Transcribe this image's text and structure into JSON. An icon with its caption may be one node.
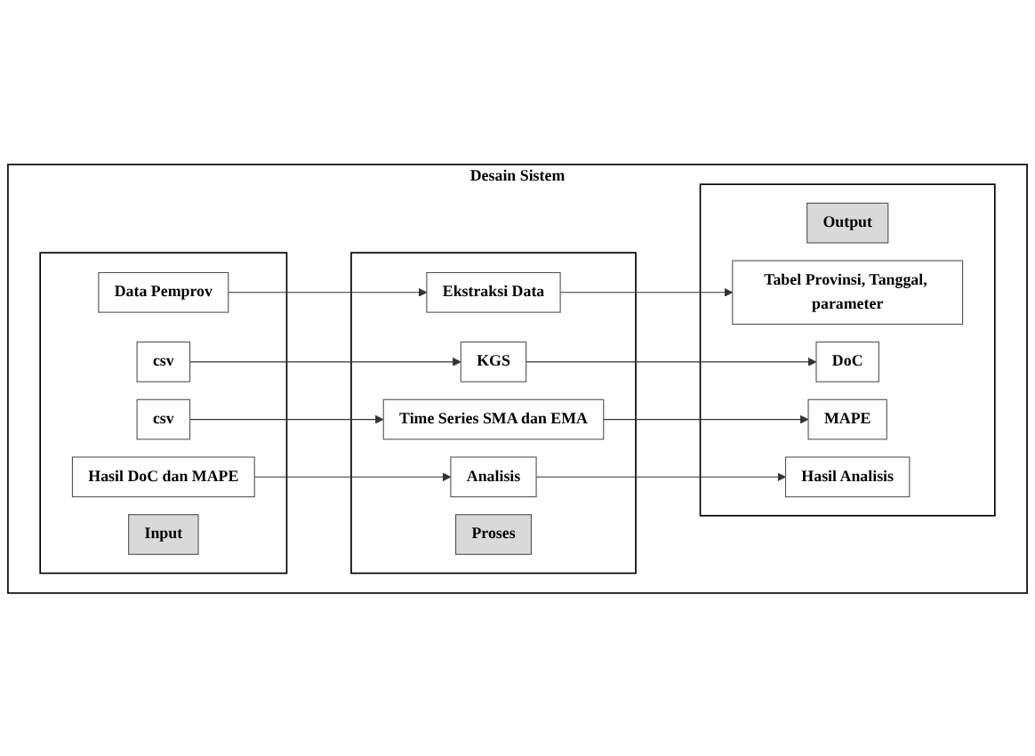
{
  "diagram": {
    "nodes": [
      {
        "text": [
          "Desain Sistem"
        ]
      },
      {
        "text": [],
        "shape": "box",
        "in": 0
      },
      {
        "text": [
          "Input"
        ],
        "in": 1
      },
      {
        "text": [
          "Data Pemprov"
        ],
        "in": 1
      },
      {
        "text": [
          "csv"
        ],
        "in": 1
      },
      {
        "text": [
          "csv"
        ],
        "in": 1
      },
      {
        "text": [
          "Hasil DoC dan MAPE"
        ],
        "in": 1
      },
      {
        "text": [],
        "shape": "box",
        "in": 0
      },
      {
        "text": [
          "Proses"
        ],
        "in": 7
      },
      {
        "text": [
          "Ekstraksi Data"
        ],
        "in": 7
      },
      {
        "text": [
          "KGS"
        ],
        "in": 7
      },
      {
        "text": [
          "Time Series SMA dan EMA"
        ],
        "in": 7
      },
      {
        "text": [
          "Analisis"
        ],
        "in": 7
      },
      {
        "text": [],
        "shape": "box",
        "in": 0
      },
      {
        "text": [
          "Output"
        ],
        "in": 13
      },
      {
        "text": [
          "Tabel Provinsi, Tanggal, parameter"
        ],
        "in": 13
      },
      {
        "text": [
          "DoC"
        ],
        "in": 13
      },
      {
        "text": [
          "MAPE"
        ],
        "in": 13
      },
      {
        "text": [
          "Hasil Analisis"
        ],
        "in": 13
      }
    ],
    "edges": [
      {
        "from": 3,
        "to": 9,
        "arrow": "to"
      },
      {
        "from": 9,
        "to": 15,
        "arrow": "to"
      },
      {
        "from": 4,
        "to": 10,
        "arrow": "to"
      },
      {
        "from": 10,
        "to": 16,
        "arrow": "to"
      },
      {
        "from": 5,
        "to": 11,
        "arrow": "to"
      },
      {
        "from": 11,
        "to": 17,
        "arrow": "to"
      },
      {
        "from": 6,
        "to": 12,
        "arrow": "to"
      },
      {
        "from": 12,
        "to": 18,
        "arrow": "to"
      }
    ]
  }
}
